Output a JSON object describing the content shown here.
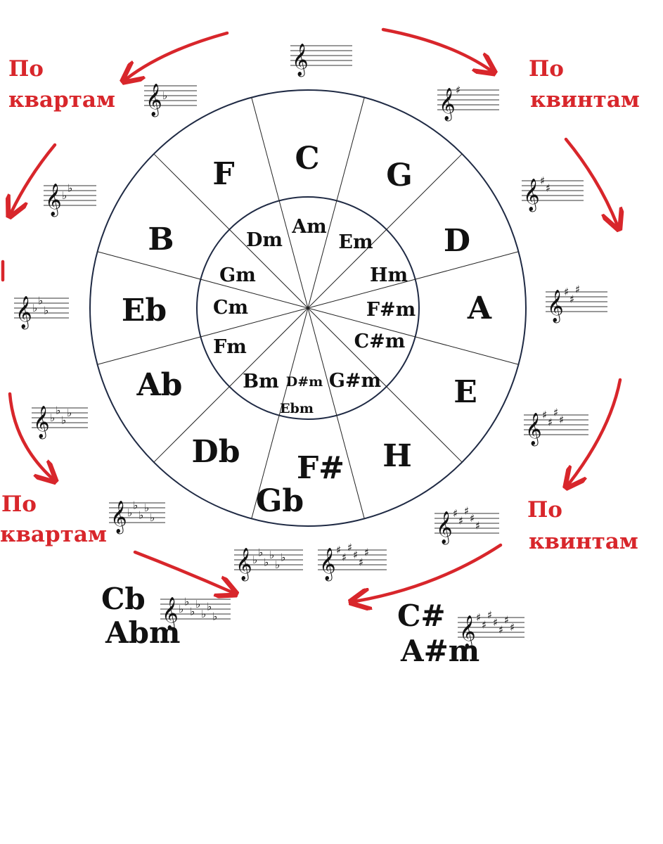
{
  "circle": {
    "majors": [
      "C",
      "G",
      "D",
      "A",
      "E",
      "H",
      "F#",
      "Gb",
      "Db",
      "Ab",
      "Eb",
      "B",
      "F"
    ],
    "minors": [
      "Am",
      "Em",
      "Hm",
      "F#m",
      "C#m",
      "G#m",
      "D#m",
      "Ebm",
      "Bm",
      "Fm",
      "Cm",
      "Gm",
      "Dm"
    ]
  },
  "directions": {
    "fourths_top": [
      "По",
      "квартам"
    ],
    "fifths_top": [
      "По",
      "квинтам"
    ],
    "fourths_bottom": [
      "По",
      "квартам"
    ],
    "fifths_bottom": [
      "По",
      "квинтам"
    ]
  },
  "extra_keys": {
    "flat_major": "Cb",
    "flat_minor": "Abm",
    "sharp_major": "C#",
    "sharp_minor": "A#m"
  },
  "symbols": {
    "clef": "𝄞",
    "flat": "♭",
    "sharp": "♯"
  },
  "colors": {
    "arrow": "#d8262b",
    "circle_stroke": "#1f2a44",
    "text": "#111111"
  }
}
